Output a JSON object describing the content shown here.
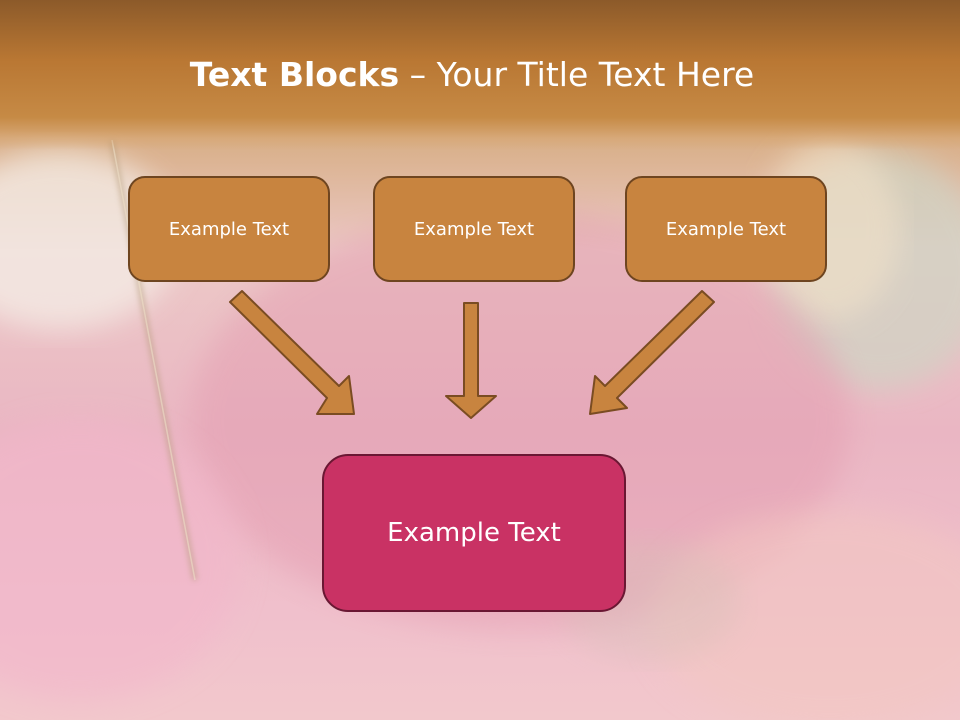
{
  "slide": {
    "title_bold": "Text Blocks",
    "title_rest": " – Your Title Text Here",
    "top_boxes": [
      "Example Text",
      "Example Text",
      "Example Text"
    ],
    "bottom_box": "Example Text"
  },
  "colors": {
    "title_band": "#b97733",
    "top_box_fill": "#c8843f",
    "top_box_border": "#6e4520",
    "bottom_box_fill": "#c93264",
    "bottom_box_border": "#6a1733",
    "arrow_fill": "#c8843f",
    "arrow_stroke": "#7a4c22"
  }
}
